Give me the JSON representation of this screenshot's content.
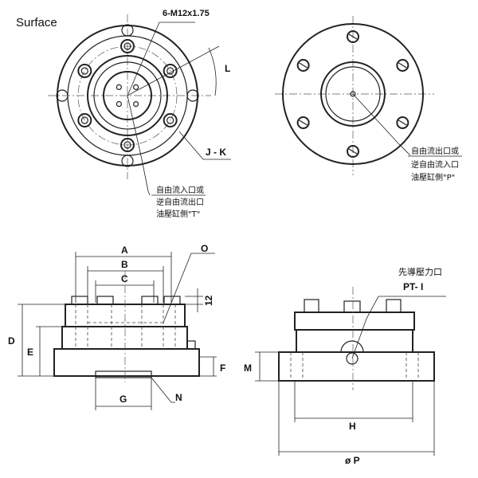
{
  "title": "Surface",
  "top_left": {
    "callout_thread": "6-M12x1.75",
    "label_L": "L",
    "label_JK": "J - K",
    "port_note": [
      "自由流入口或",
      "逆自由流出口",
      "油壓缸側\"T\""
    ]
  },
  "top_right": {
    "port_note": [
      "自由流出口或",
      "逆自由流入口",
      "油壓缸側\"P\""
    ]
  },
  "bottom_left": {
    "dims": {
      "A": "A",
      "B": "B",
      "C": "C",
      "D": "D",
      "E": "E",
      "F": "F",
      "G": "G",
      "N": "N",
      "O": "O",
      "twelve": "12"
    }
  },
  "bottom_right": {
    "pilot_note": "先導壓力口",
    "pilot_port": "PT- I",
    "dims": {
      "M": "M",
      "H": "H",
      "P": "ø P"
    }
  }
}
